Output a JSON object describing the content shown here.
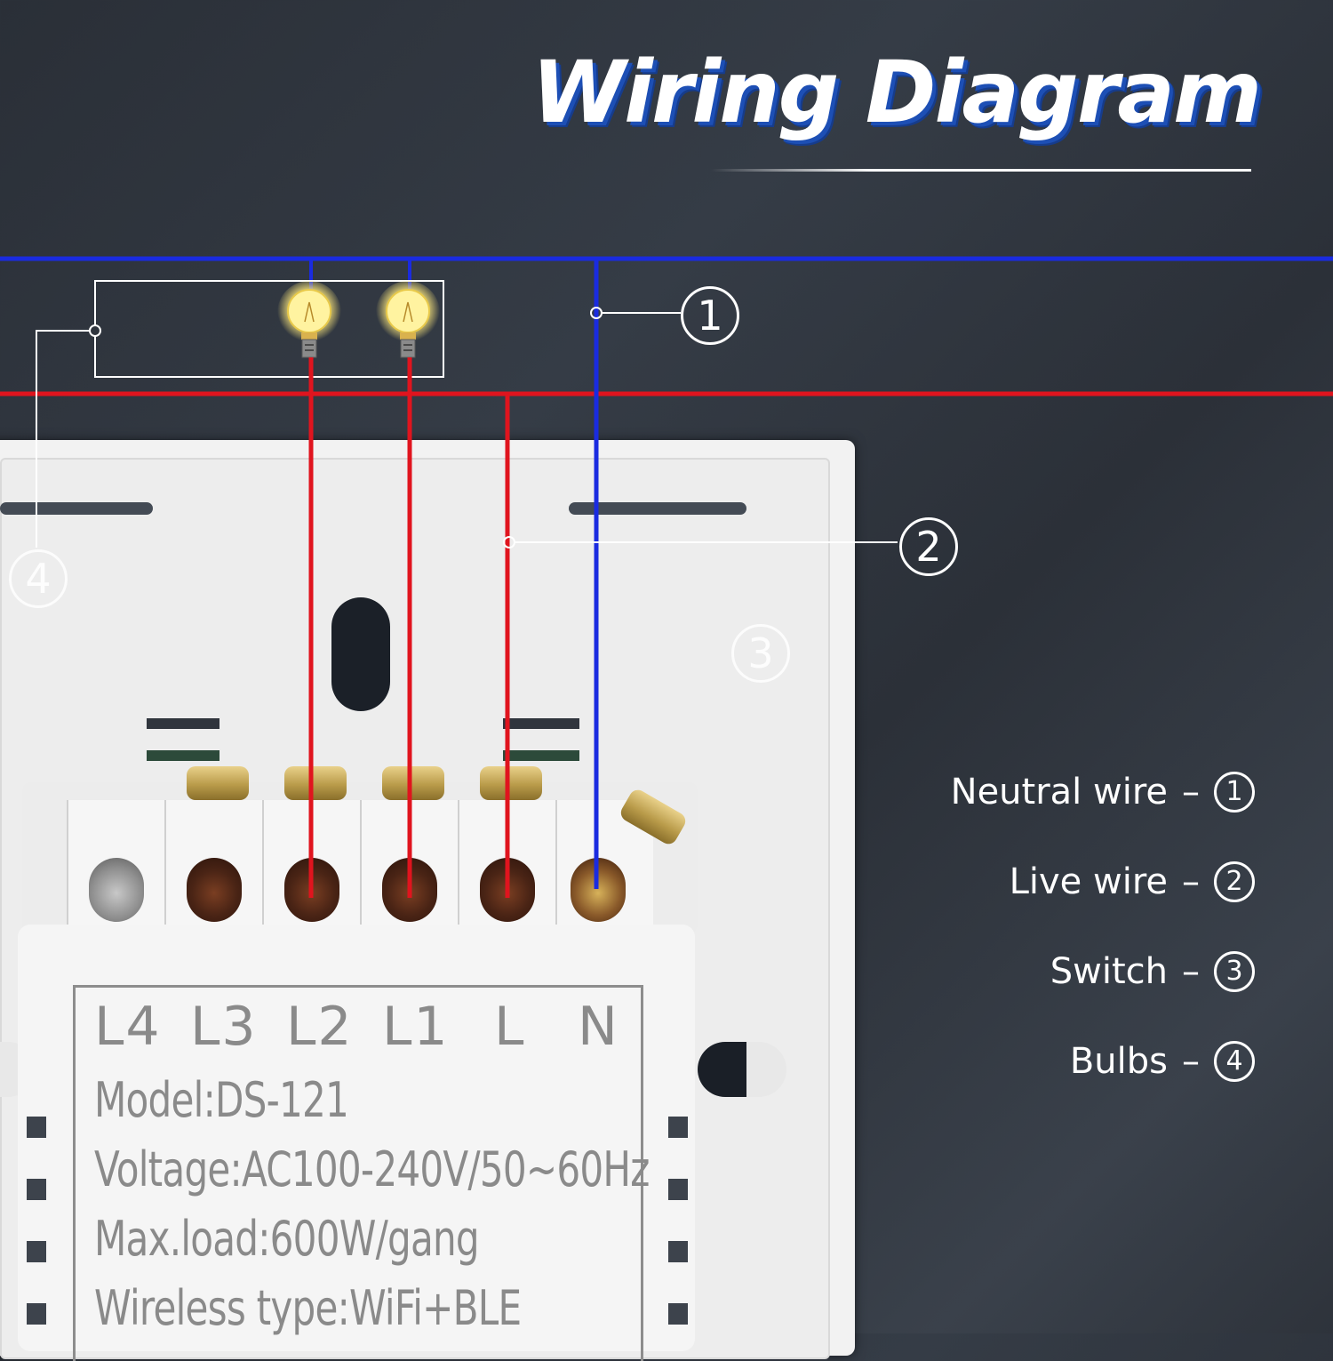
{
  "title": "Wiring Diagram",
  "callouts": {
    "neutral": "1",
    "live": "2",
    "switch": "3",
    "bulbs": "4"
  },
  "terminals": [
    "L4",
    "L3",
    "L2",
    "L1",
    "L",
    "N"
  ],
  "specs": {
    "model": "Model:DS-121",
    "voltage": "Voltage:AC100-240V/50~60Hz",
    "max_load": "Max.load:600W/gang",
    "wireless": "Wireless type:WiFi+BLE"
  },
  "legend": [
    {
      "label": "Neutral wire",
      "dash": "–",
      "num": "1"
    },
    {
      "label": "Live wire",
      "dash": "–",
      "num": "2"
    },
    {
      "label": "Switch",
      "dash": "–",
      "num": "3"
    },
    {
      "label": "Bulbs",
      "dash": "–",
      "num": "4"
    }
  ],
  "colors": {
    "neutral_wire": "#1a2be0",
    "live_wire": "#e0141e",
    "title_shadow": "#1d4fb5"
  }
}
